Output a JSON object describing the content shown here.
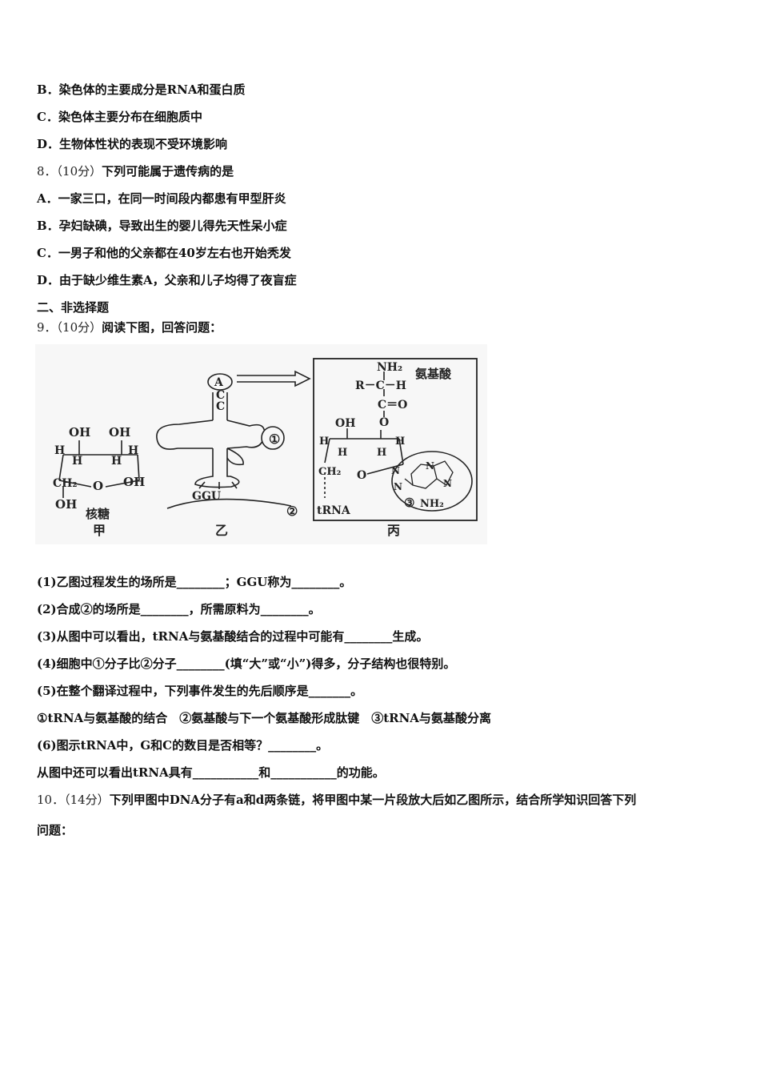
{
  "lines": [
    {
      "id": "optB7",
      "text": "B．染色体的主要成分是RNA和蛋白质"
    },
    {
      "id": "optC7",
      "text": "C．染色体主要分布在细胞质中"
    },
    {
      "id": "optD7",
      "text": "D．生物体性状的表现不受环境影响"
    },
    {
      "id": "q8",
      "num": "8．（10分）",
      "text": "下列可能属于遗传病的是"
    },
    {
      "id": "optA8",
      "text": "A．一家三口，在同一时间段内都患有甲型肝炎"
    },
    {
      "id": "optB8",
      "text": "B．孕妇缺碘，导致出生的婴儿得先天性呆小症"
    },
    {
      "id": "optC8",
      "text": "C．一男子和他的父亲都在40岁左右也开始秃发"
    },
    {
      "id": "optD8",
      "text": "D．由于缺少维生素A，父亲和儿子均得了夜盲症"
    },
    {
      "id": "section2",
      "text": "二、非选择题"
    },
    {
      "id": "q9",
      "num": "9．（10分）",
      "text": "阅读下图，回答问题："
    },
    {
      "id": "q9s1",
      "text": "(1)乙图过程发生的场所是________；GGU称为________。"
    },
    {
      "id": "q9s2",
      "text": "(2)合成②的场所是________，所需原料为________。"
    },
    {
      "id": "q9s3",
      "text": "(3)从图中可以看出，tRNA与氨基酸结合的过程中可能有________生成。"
    },
    {
      "id": "q9s4",
      "text": "(4)细胞中①分子比②分子________(填“大”或“小”)得多，分子结构也很特别。"
    },
    {
      "id": "q9s5",
      "text": "(5)在整个翻译过程中，下列事件发生的先后顺序是_______。"
    },
    {
      "id": "q9s5opts",
      "text": "①tRNA与氨基酸的结合　②氨基酸与下一个氨基酸形成肽键　③tRNA与氨基酸分离"
    },
    {
      "id": "q9s6",
      "text": "(6)图示tRNA中，G和C的数目是否相等？________。"
    },
    {
      "id": "q9s7",
      "text": "从图中还可以看出tRNA具有___________和___________的功能。"
    },
    {
      "id": "q10",
      "num": "10．（14分）",
      "text": "下列甲图中DNA分子有a和d两条链，将甲图中某一片段放大后如乙图所示，结合所学知识回答下列"
    },
    {
      "id": "q10b",
      "text": "问题："
    }
  ],
  "figure": {
    "jia": {
      "oh_top_left": "OH",
      "oh_top_right": "OH",
      "h1": "H",
      "h2": "H",
      "h3": "H",
      "h4": "H",
      "ch2": "CH₂",
      "o": "O",
      "oh_right": "OH",
      "oh_bottom": "OH",
      "sugar": "核糖",
      "label": "甲"
    },
    "yi": {
      "a": "A",
      "c1": "C",
      "c2": "C",
      "marker1": "①",
      "ggu": "GGU",
      "marker2": "②",
      "label": "乙"
    },
    "bing": {
      "nh2": "NH₂",
      "r": "R－C－H",
      "c_o": "C＝O",
      "o_link": "O",
      "amino": "氨基酸",
      "oh": "OH",
      "h1": "H",
      "h2": "H",
      "h3": "H",
      "h4": "H",
      "ch2": "CH₂",
      "o": "O",
      "trna": "tRNA",
      "n1": "N",
      "n2": "N",
      "n3": "N",
      "n4": "N",
      "marker3": "③",
      "nh2b": "NH₂",
      "label": "丙"
    }
  }
}
